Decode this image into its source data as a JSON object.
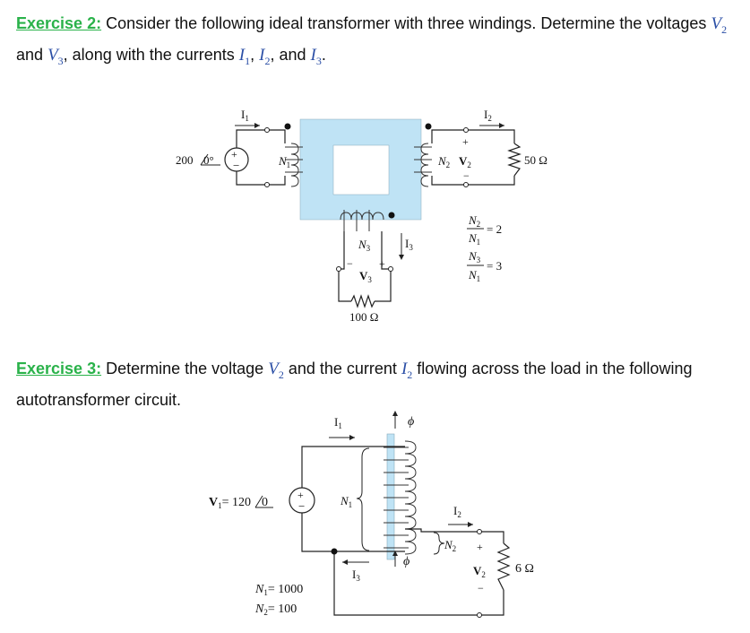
{
  "exercise2": {
    "title": "Exercise 2:",
    "text1": "Consider the following ideal transformer with three windings. Determine the voltages",
    "v2": "V",
    "v2_sub": "2",
    "and1": "and",
    "v3": "V",
    "v3_sub": "3",
    "text2": ", along with the currents",
    "i1": "I",
    "i1_sub": "1",
    "i2": "I",
    "i2_sub": "2",
    "and2": ", and",
    "i3": "I",
    "i3_sub": "3",
    "end": "."
  },
  "exercise3": {
    "title": "Exercise 3:",
    "text1": "Determine the voltage",
    "v2": "V",
    "v2_sub": "2",
    "text2": "and the current",
    "i2": "I",
    "i2_sub": "2",
    "text3": "flowing across the load in the following autotransformer circuit."
  },
  "diagram1": {
    "source_magnitude": "200",
    "source_angle": "0°",
    "load2": "50 Ω",
    "load3": "100 Ω",
    "ratio_2": "= 2",
    "ratio_3": "= 3",
    "labels": {
      "I1": "I",
      "I1_sub": "1",
      "I2": "I",
      "I2_sub": "2",
      "I3": "I",
      "I3_sub": "3",
      "N1": "N",
      "N1_sub": "1",
      "N2": "N",
      "N2_sub": "2",
      "N3": "N",
      "N3_sub": "3",
      "V2": "V",
      "V2_sub": "2",
      "V3": "V",
      "V3_sub": "3"
    }
  },
  "diagram2": {
    "source_label": "V",
    "source_sub": "1",
    "source_value": "= 120",
    "source_angle": "0",
    "load": "6 Ω",
    "phi": "ϕ",
    "n1_value": "= 1000",
    "n2_value": "= 100",
    "labels": {
      "I1": "I",
      "I1_sub": "1",
      "I2": "I",
      "I2_sub": "2",
      "I3": "I",
      "I3_sub": "3",
      "N1": "N",
      "N1_sub": "1",
      "N2": "N",
      "N2_sub": "2",
      "V2": "V",
      "V2_sub": "2"
    }
  }
}
